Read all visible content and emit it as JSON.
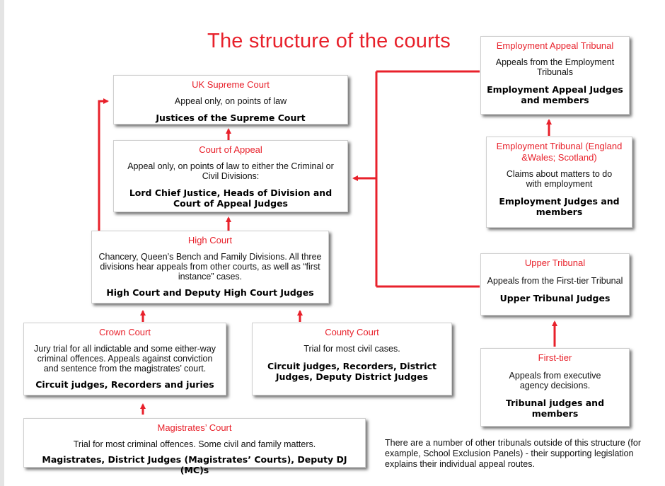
{
  "title": "The structure of the courts",
  "colors": {
    "accent": "#e8212b",
    "text": "#111111"
  },
  "courts": {
    "supreme": {
      "name": "UK Supreme Court",
      "description": "Appeal only, on points of law",
      "judges": "Justices of the Supreme Court"
    },
    "appeal": {
      "name": "Court of Appeal",
      "description": "Appeal only, on points of law to either the Criminal or Civil Divisions:",
      "judges": "Lord Chief Justice, Heads of Division and Court of Appeal Judges"
    },
    "high": {
      "name": "High Court",
      "description": "Chancery, Queen’s Bench and Family Divisions. All three divisions hear appeals from other courts, as well as “first instance” cases.",
      "judges": "High Court and Deputy High Court Judges"
    },
    "crown": {
      "name": "Crown Court",
      "description": "Jury trial for all indictable and some either-way criminal offences. Appeals against conviction and sentence from the magistrates’ court.",
      "judges": "Circuit judges, Recorders and juries"
    },
    "county": {
      "name": "County Court",
      "description": "Trial for most civil cases.",
      "judges": "Circuit judges, Recorders, District Judges, Deputy District Judges"
    },
    "magistrates": {
      "name": "Magistrates’ Court",
      "description": "Trial for most criminal offences. Some civil and family matters.",
      "judges": "Magistrates, District Judges (Magistrates’ Courts), Deputy DJ (MC)s"
    }
  },
  "tribunals": {
    "employment_appeal": {
      "name": "Employment Appeal Tribunal",
      "description": "Appeals from the Employment Tribunals",
      "judges": "Employment Appeal Judges and members"
    },
    "employment": {
      "name": "Employment Tribunal (England &Wales; Scotland)",
      "description": "Claims about matters to do with employment",
      "judges": "Employment Judges and members"
    },
    "upper": {
      "name": "Upper Tribunal",
      "description": "Appeals from the First-tier Tribunal",
      "judges": "Upper Tribunal Judges"
    },
    "first_tier": {
      "name": "First-tier",
      "description": "Appeals from executive agency decisions.",
      "judges": "Tribunal judges and members"
    }
  },
  "note": "There are a number of other tribunals outside of this structure (for example, School Exclusion Panels) - their supporting legislation explains their individual appeal routes."
}
